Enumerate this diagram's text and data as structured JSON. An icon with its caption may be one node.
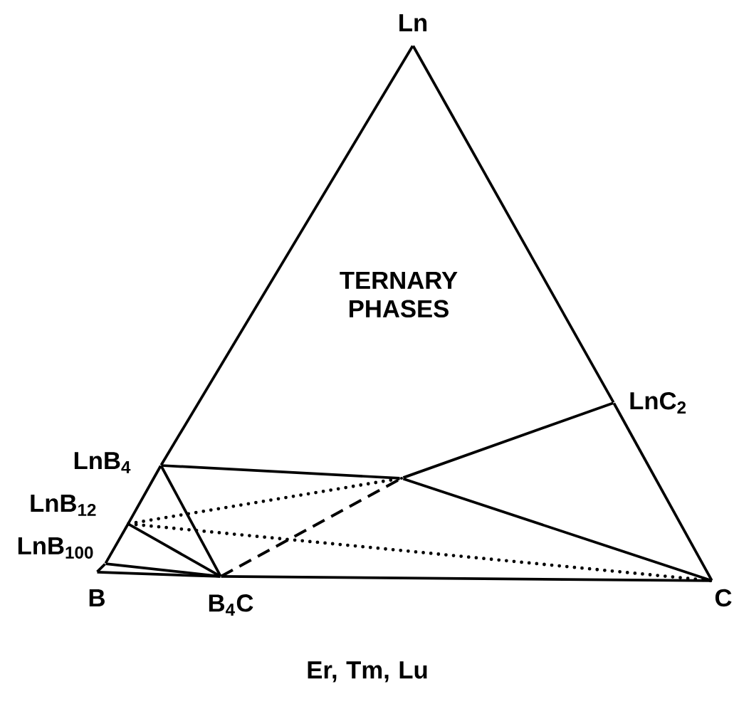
{
  "diagram": {
    "nodes": [
      {
        "text": [
          "Ln"
        ]
      },
      {
        "text": [
          "LnC$_{2}$"
        ]
      },
      {
        "text": [
          "LnB$_{4}$"
        ]
      },
      {
        "text": [
          "LnB$_{12}$"
        ]
      },
      {
        "text": [
          "LnB$_{100}$"
        ]
      },
      {
        "text": [
          "B"
        ]
      },
      {
        "text": [
          "B$_{4}$C"
        ]
      },
      {
        "text": [
          "C"
        ]
      },
      {
        "text": [],
        "shape": "point"
      }
    ],
    "edges": [
      {
        "from": 0,
        "to": 2,
        "arrow": "none"
      },
      {
        "from": 2,
        "to": 3,
        "arrow": "none"
      },
      {
        "from": 3,
        "to": 4,
        "arrow": "none"
      },
      {
        "from": 4,
        "to": 5,
        "arrow": "none"
      },
      {
        "from": 0,
        "to": 1,
        "arrow": "none"
      },
      {
        "from": 1,
        "to": 7,
        "arrow": "none"
      },
      {
        "from": 5,
        "to": 6,
        "arrow": "none"
      },
      {
        "from": 6,
        "to": 7,
        "arrow": "none"
      },
      {
        "from": 2,
        "to": 8,
        "arrow": "none"
      },
      {
        "from": 1,
        "to": 8,
        "arrow": "none"
      },
      {
        "from": 8,
        "to": 7,
        "arrow": "none"
      },
      {
        "from": 2,
        "to": 6,
        "arrow": "none"
      },
      {
        "from": 3,
        "to": 6,
        "arrow": "none"
      },
      {
        "from": 4,
        "to": 6,
        "arrow": "none"
      },
      {
        "from": 3,
        "to": 8,
        "arrow": "none",
        "style": "dashed"
      },
      {
        "from": 3,
        "to": 7,
        "arrow": "none",
        "style": "dashed"
      },
      {
        "from": 6,
        "to": 8,
        "arrow": "none",
        "style": "dashed"
      }
    ],
    "labels": [
      "TERNARY PHASES",
      "Er, Tm, Lu"
    ]
  }
}
